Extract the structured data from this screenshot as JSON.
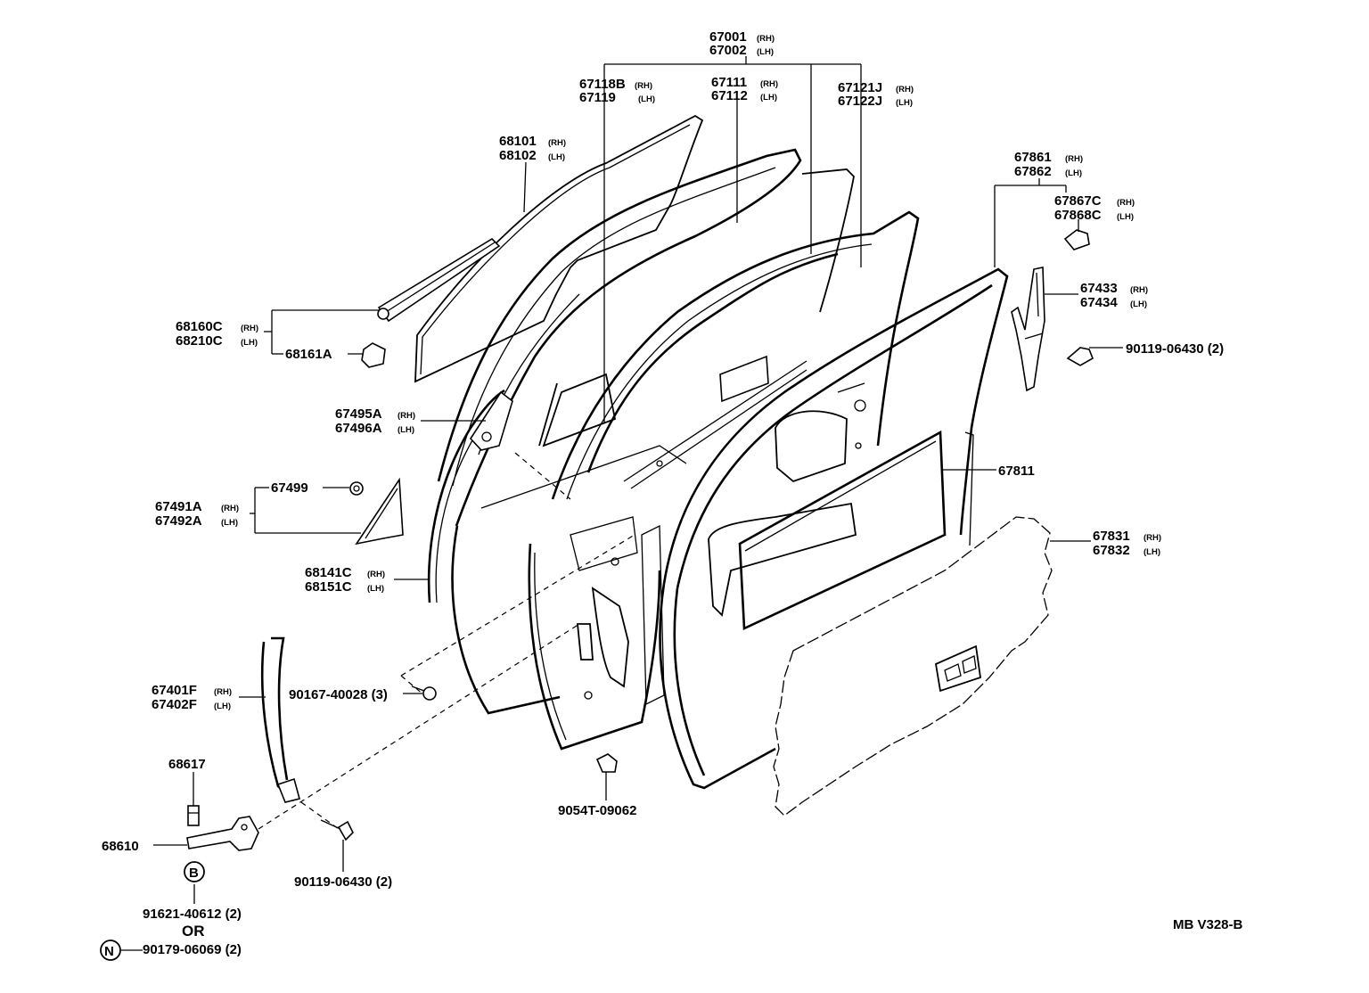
{
  "diagram_code": "MB V328-B",
  "labels": {
    "p67001": "67001",
    "p67001s": "(RH)",
    "p67002": "67002",
    "p67002s": "(LH)",
    "p67118": "67118B",
    "p67118s": "(RH)",
    "p67119": "67119",
    "p67119s": "(LH)",
    "p67111": "67111",
    "p67111s": "(RH)",
    "p67112": "67112",
    "p67112s": "(LH)",
    "p67121": "67121J",
    "p67121s": "(RH)",
    "p67122": "67122J",
    "p67122s": "(LH)",
    "p68101": "68101",
    "p68101s": "(RH)",
    "p68102": "68102",
    "p68102s": "(LH)",
    "p67861": "67861",
    "p67861s": "(RH)",
    "p67862": "67862",
    "p67862s": "(LH)",
    "p67867": "67867C",
    "p67867s": "(RH)",
    "p67868": "67868C",
    "p67868s": "(LH)",
    "p68160": "68160C",
    "p68160s": "(RH)",
    "p68210": "68210C",
    "p68210s": "(LH)",
    "p68161": "68161A",
    "p67433": "67433",
    "p67433s": "(RH)",
    "p67434": "67434",
    "p67434s": "(LH)",
    "p90119a": "90119-06430 (2)",
    "p67495": "67495A",
    "p67495s": "(RH)",
    "p67496": "67496A",
    "p67496s": "(LH)",
    "p67811": "67811",
    "p67499": "67499",
    "p67491": "67491A",
    "p67491s": "(RH)",
    "p67492": "67492A",
    "p67492s": "(LH)",
    "p67831": "67831",
    "p67831s": "(RH)",
    "p67832": "67832",
    "p67832s": "(LH)",
    "p68141": "68141C",
    "p68141s": "(RH)",
    "p68151": "68151C",
    "p68151s": "(LH)",
    "p67401": "67401F",
    "p67401s": "(RH)",
    "p67402": "67402F",
    "p67402s": "(LH)",
    "p90167": "90167-40028 (3)",
    "p68617": "68617",
    "p9054": "9054T-09062",
    "p68610": "68610",
    "p90119b": "90119-06430 (2)",
    "badge_b": "B",
    "p91621": "91621-40612 (2)",
    "or": "OR",
    "badge_n": "N",
    "p90179": "90179-06069 (2)"
  }
}
